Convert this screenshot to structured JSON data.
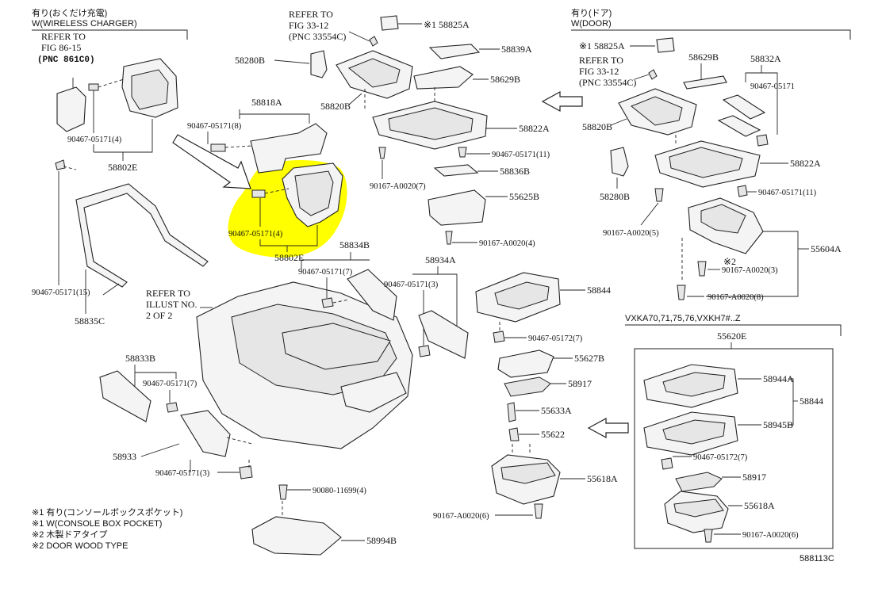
{
  "sections": {
    "wireless": {
      "jp": "有り(おくだけ充電)",
      "en": "W(WIRELESS CHARGER)"
    },
    "door": {
      "jp": "有り(ドア)",
      "en": "W(DOOR)"
    },
    "vxka": "VXKA70,71,75,76,VXKH7#..Z"
  },
  "refs": {
    "fig86_1": "REFER TO",
    "fig86_2": "FIG 86-15",
    "fig86_3": "(PNC 861C0)",
    "fig33a_1": "REFER TO",
    "fig33a_2": "FIG 33-12",
    "fig33a_3": "(PNC 33554C)",
    "fig33b_1": "REFER TO",
    "fig33b_2": "FIG 33-12",
    "fig33b_3": "(PNC 33554C)",
    "illust_1": "REFER TO",
    "illust_2": "ILLUST NO.",
    "illust_3": "2 OF 2"
  },
  "labels": {
    "p58802E_a": "58802E",
    "p90467_4a": "90467-05171(4)",
    "p58818A": "58818A",
    "p90467_8": "90467-05171(8)",
    "p90467_4b": "90467-05171(4)",
    "p58802E_b": "58802E",
    "p90467_15": "90467-05171(15)",
    "p58835C": "58835C",
    "p58280B_a": "58280B",
    "p58820B_a": "58820B",
    "p58825A_a": "※1 58825A",
    "p58839A": "58839A",
    "p58629B_a": "58629B",
    "p58822A_a": "58822A",
    "p90467_11a": "90467-05171(11)",
    "p90167_7": "90167-A0020(7)",
    "p58836B": "58836B",
    "p55625B": "55625B",
    "p90167_4": "90167-A0020(4)",
    "p58834B": "58834B",
    "p90467_7a": "90467-05171(7)",
    "p90467_3a": "90467-05171(3)",
    "p58934A": "58934A",
    "p58833B": "58833B",
    "p90467_7b": "90467-05171(7)",
    "p58933": "58933",
    "p90467_3b": "90467-05171(3)",
    "p90080": "90080-11699(4)",
    "p58994B": "58994B",
    "p58844_a": "58844",
    "p90467_05172_a": "90467-05172(7)",
    "p55627B": "55627B",
    "p58917_a": "58917",
    "p55633A": "55633A",
    "p55622": "55622",
    "p55618A_a": "55618A",
    "p90167_6a": "90167-A0020(6)",
    "p58825A_b": "※1 58825A",
    "p58629B_b": "58629B",
    "p58832A": "58832A",
    "p90467_door": "90467-05171",
    "p58820B_b": "58820B",
    "p58822A_b": "58822A",
    "p58280B_b": "58280B",
    "p90467_11b": "90467-05171(11)",
    "p90167_5": "90167-A0020(5)",
    "p55604A": "55604A",
    "p_kome2": "※2",
    "p90167_3": "90167-A0020(3)",
    "p90167_8": "90167-A0020(8)",
    "p55620E": "55620E",
    "p58944A": "58944A",
    "p58844_b": "58844",
    "p58945B": "58945B",
    "p90467_05172_b": "90467-05172(7)",
    "p58917_b": "58917",
    "p55618A_b": "55618A",
    "p90167_6b": "90167-A0020(6)"
  },
  "notes": [
    "※1 有り(コンソールボックスポケット)",
    "※1 W(CONSOLE BOX POCKET)",
    "※2 木製ドアタイプ",
    "※2 DOOR WOOD TYPE"
  ],
  "catalog_code": "588113C",
  "highlight_color": "#ffff00"
}
